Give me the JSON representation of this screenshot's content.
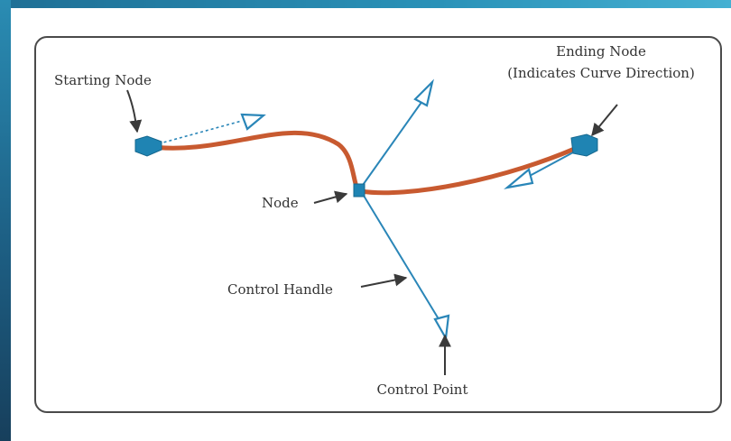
{
  "diagram": {
    "labels": {
      "starting_node": "Starting Node",
      "ending_node_line1": "Ending Node",
      "ending_node_line2": "(Indicates Curve Direction)",
      "node": "Node",
      "control_handle": "Control Handle",
      "control_point": "Control Point"
    },
    "colors": {
      "curve": "#c85a30",
      "handle": "#2a86b8",
      "node_fill": "#1f84b3",
      "arrow": "#3a3a3a",
      "frame_border": "#4a4a4a",
      "accent_band": "#2a92b8"
    }
  }
}
